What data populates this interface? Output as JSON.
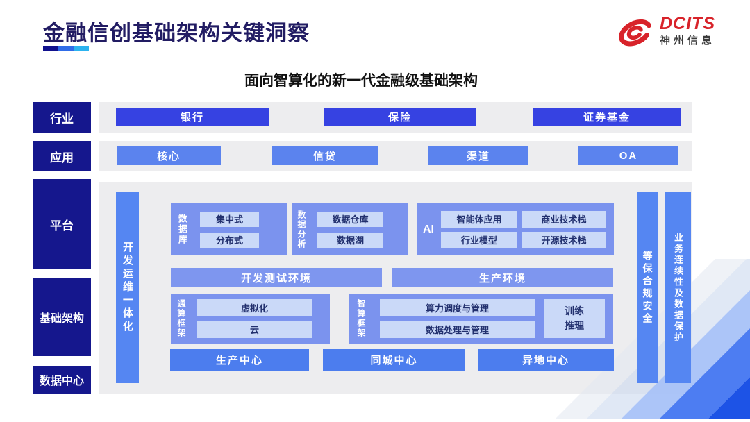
{
  "slide": {
    "title": "金融信创基础架构关键洞察",
    "subtitle": "面向智算化的新一代金融级基础架构",
    "logo": {
      "brand": "DCITS",
      "company": "神州信息"
    }
  },
  "rows": {
    "industry": {
      "label": "行业",
      "items": [
        "银行",
        "保险",
        "证券基金"
      ]
    },
    "application": {
      "label": "应用",
      "items": [
        "核心",
        "信贷",
        "渠道",
        "OA"
      ]
    }
  },
  "side_labels": {
    "platform": "平台",
    "infrastructure": "基础架构",
    "datacenter": "数据中心"
  },
  "pillars": {
    "left": "开发运维一体化",
    "right": [
      "等保合规安全",
      "业务连续性及数据保护"
    ]
  },
  "platform": {
    "database": {
      "label": "数据库",
      "items": [
        "集中式",
        "分布式"
      ]
    },
    "analytics": {
      "label": "数据分析",
      "items": [
        "数据仓库",
        "数据湖"
      ]
    },
    "ai": {
      "label": "AI",
      "items": [
        "智能体应用",
        "商业技术栈",
        "行业模型",
        "开源技术栈"
      ]
    },
    "environments": [
      "开发测试环境",
      "生产环境"
    ]
  },
  "infrastructure": {
    "general_compute": {
      "label": "通算框架",
      "items": [
        "虚拟化",
        "云"
      ]
    },
    "intelligent_compute": {
      "label": "智算框架",
      "items": [
        "算力调度与管理",
        "数据处理与管理"
      ],
      "side_item": "训练推理"
    }
  },
  "datacenters": [
    "生产中心",
    "同城中心",
    "异地中心"
  ],
  "colors": {
    "accent_navy": "#15178d",
    "primary_blue": "#3642e2",
    "mid_blue": "#5b83ee",
    "soft_blue": "#7b93ee",
    "pale_blue": "#cad9f8",
    "title_navy": "#221c63",
    "logo_red": "#d8232a"
  }
}
